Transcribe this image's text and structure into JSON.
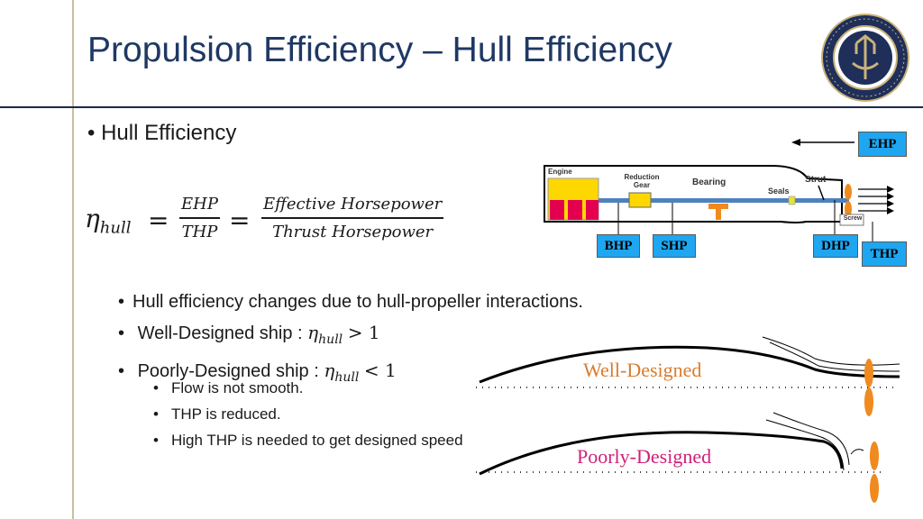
{
  "slide": {
    "title": "Propulsion Efficiency – Hull Efficiency",
    "bullet_main": "Hull Efficiency"
  },
  "equation": {
    "lhs_symbol": "η",
    "lhs_subscript": "hull",
    "equals": "=",
    "frac1_num": "EHP",
    "frac1_den": "THP",
    "frac2_num": "Effective Horsepower",
    "frac2_den": "Thrust Horsepower"
  },
  "bullets": {
    "item1": "Hull efficiency changes due to hull-propeller interactions.",
    "item2_text": "Well-Designed ship : ",
    "item2_rel": "> 1",
    "item3_text": "Poorly-Designed ship : ",
    "item3_rel": "< 1",
    "eta": "η",
    "eta_sub": "hull",
    "sub1": "Flow is not smooth.",
    "sub2": "THP is reduced.",
    "sub3": "High THP is needed to get designed speed"
  },
  "diagram": {
    "ehp": "EHP",
    "bhp": "BHP",
    "shp": "SHP",
    "dhp": "DHP",
    "thp": "THP",
    "engine": "Engine",
    "reduction_gear_1": "Reduction",
    "reduction_gear_2": "Gear",
    "bearing": "Bearing",
    "strut": "Strut",
    "seals": "Seals",
    "screw": "Screw"
  },
  "hulls": {
    "well": "Well-Designed",
    "poor": "Poorly-Designed",
    "well_color": "#d97b2e",
    "poor_color": "#d0207a"
  },
  "colors": {
    "title": "#1f3864",
    "accent_blue": "#1ea6f0",
    "engine_yellow": "#ffd700",
    "engine_red": "#e3004f",
    "shaft_blue": "#4f81bd",
    "propeller_orange": "#f08a1e"
  }
}
